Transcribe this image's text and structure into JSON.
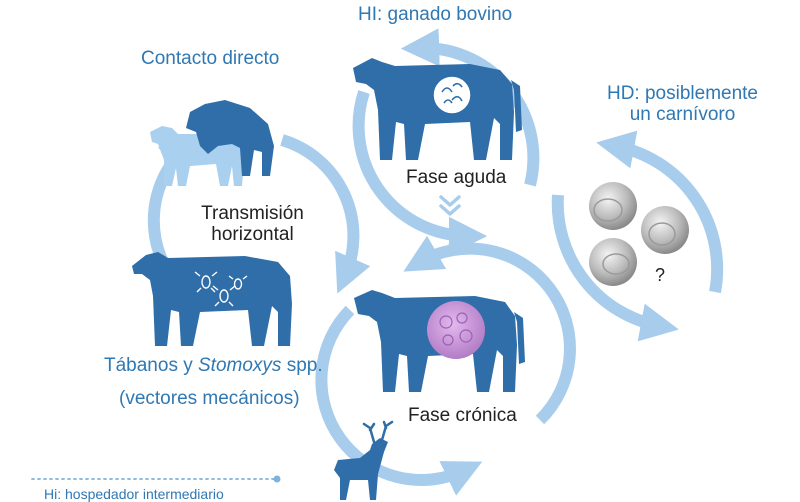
{
  "labels": {
    "hi": "HI: ganado bovino",
    "contacto": "Contacto directo",
    "hd_line1": "HD: posiblemente",
    "hd_line2": "un carnívoro",
    "transmision_line1": "Transmisión",
    "transmision_line2": "horizontal",
    "fase_aguda": "Fase aguda",
    "fase_cronica": "Fase crónica",
    "tabanos_prefix": "Tábanos y ",
    "tabanos_italic": "Stomoxys",
    "tabanos_suffix": " spp.",
    "vectores": "(vectores mecánicos)",
    "question": "?",
    "footer": "Hi: hospedador intermediario"
  },
  "colors": {
    "animal": "#2f6ea8",
    "arrow": "#a8cdec",
    "label_blue": "#2f78b3",
    "cyst": "#c994d8",
    "light_cow": "#a9d0ee"
  }
}
